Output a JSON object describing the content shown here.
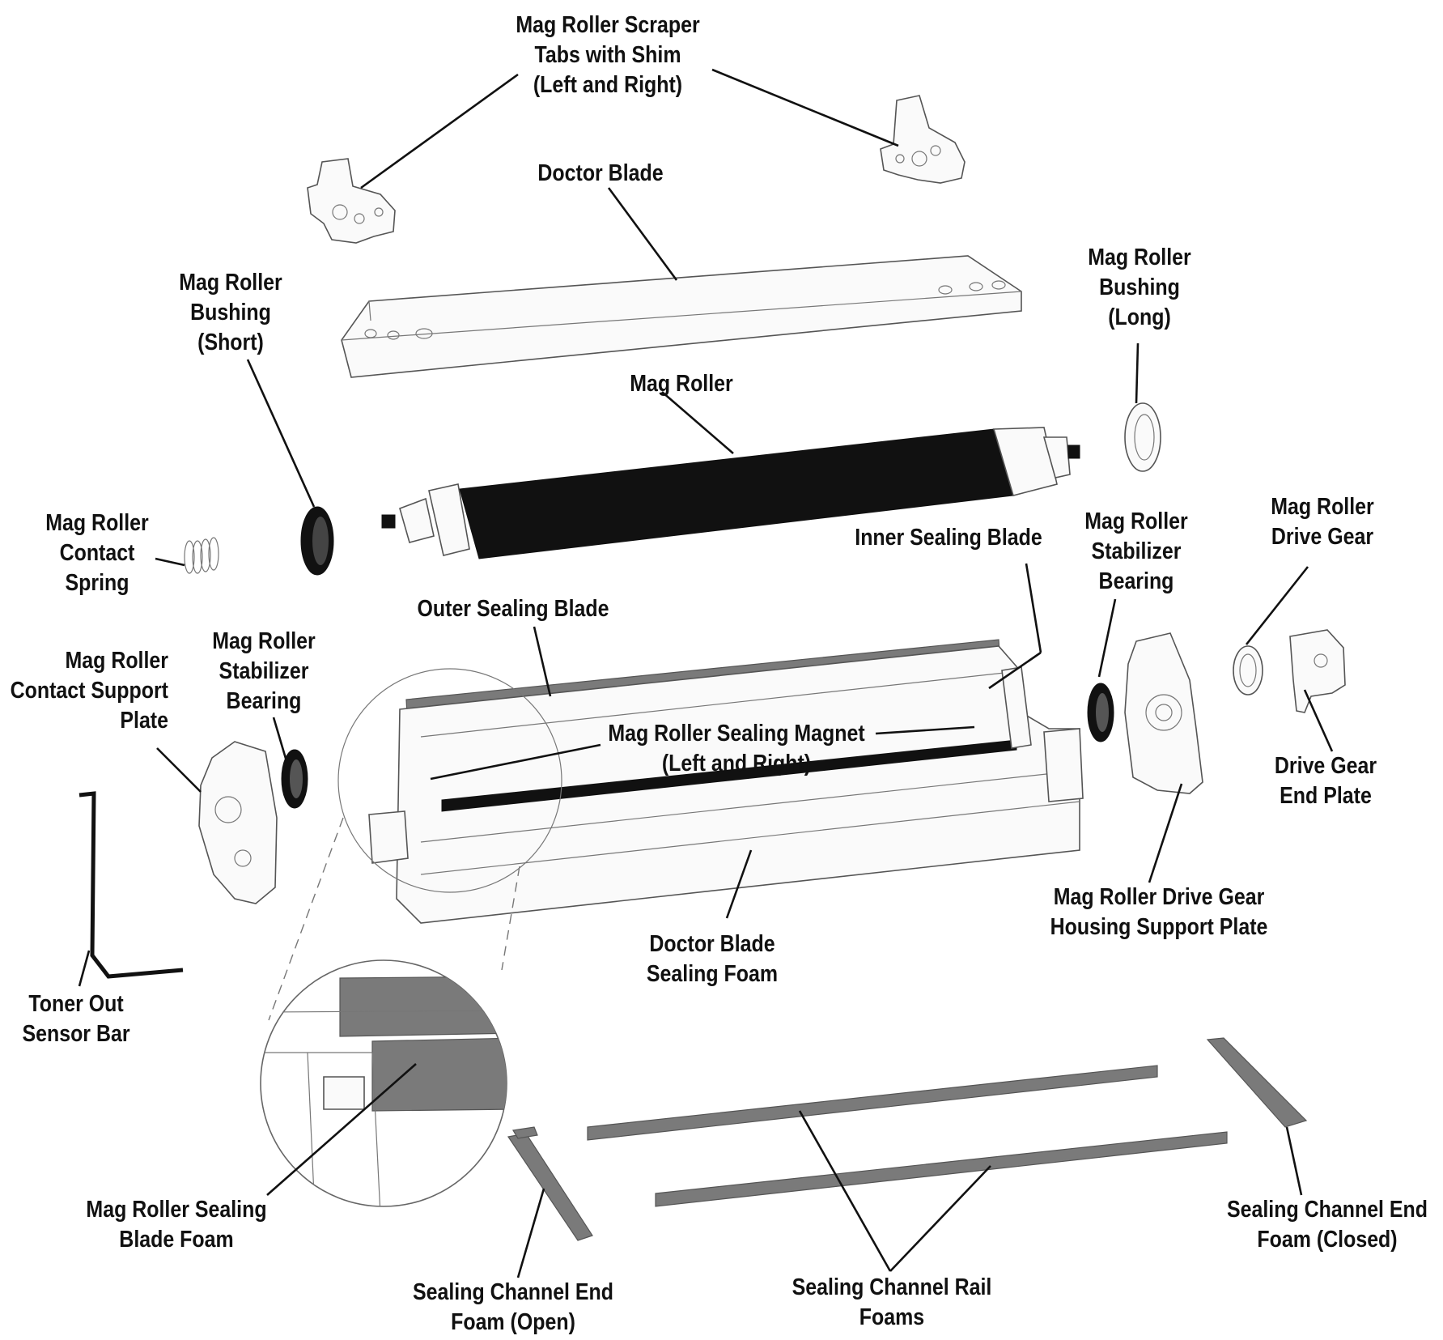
{
  "labels": [
    {
      "key": "scraper-tabs",
      "lines": [
        "Mag Roller Scraper",
        "Tabs with Shim",
        "(Left and Right)"
      ]
    },
    {
      "key": "doctor-blade",
      "lines": [
        "Doctor Blade"
      ]
    },
    {
      "key": "bushing-short",
      "lines": [
        "Mag Roller",
        "Bushing",
        "(Short)"
      ]
    },
    {
      "key": "bushing-long",
      "lines": [
        "Mag Roller",
        "Bushing",
        "(Long)"
      ]
    },
    {
      "key": "mag-roller",
      "lines": [
        "Mag Roller"
      ]
    },
    {
      "key": "contact-spring",
      "lines": [
        "Mag Roller",
        "Contact",
        "Spring"
      ]
    },
    {
      "key": "inner-sealing-blade",
      "lines": [
        "Inner Sealing Blade"
      ]
    },
    {
      "key": "stabilizer-bearing-right",
      "lines": [
        "Mag Roller",
        "Stabilizer",
        "Bearing"
      ]
    },
    {
      "key": "drive-gear",
      "lines": [
        "Mag Roller",
        "Drive Gear"
      ]
    },
    {
      "key": "outer-sealing-blade",
      "lines": [
        "Outer Sealing Blade"
      ]
    },
    {
      "key": "stabilizer-bearing-left",
      "lines": [
        "Mag Roller",
        "Stabilizer",
        "Bearing"
      ]
    },
    {
      "key": "contact-support-plate",
      "lines": [
        "Mag Roller",
        "Contact Support",
        "Plate"
      ]
    },
    {
      "key": "sealing-magnet",
      "lines": [
        "Mag Roller Sealing Magnet",
        "(Left and Right)"
      ]
    },
    {
      "key": "drive-gear-end-plate",
      "lines": [
        "Drive Gear",
        "End Plate"
      ]
    },
    {
      "key": "drive-gear-housing",
      "lines": [
        "Mag Roller Drive Gear",
        "Housing Support Plate"
      ]
    },
    {
      "key": "doctor-blade-foam",
      "lines": [
        "Doctor Blade",
        "Sealing Foam"
      ]
    },
    {
      "key": "toner-out-sensor",
      "lines": [
        "Toner Out",
        "Sensor Bar"
      ]
    },
    {
      "key": "sealing-blade-foam",
      "lines": [
        "Mag Roller Sealing",
        "Blade Foam"
      ]
    },
    {
      "key": "channel-end-open",
      "lines": [
        "Sealing Channel End",
        "Foam (Open)"
      ]
    },
    {
      "key": "channel-rail-foams",
      "lines": [
        "Sealing Channel Rail",
        "Foams"
      ]
    },
    {
      "key": "channel-end-closed",
      "lines": [
        "Sealing Channel End",
        "Foam (Closed)"
      ]
    }
  ]
}
